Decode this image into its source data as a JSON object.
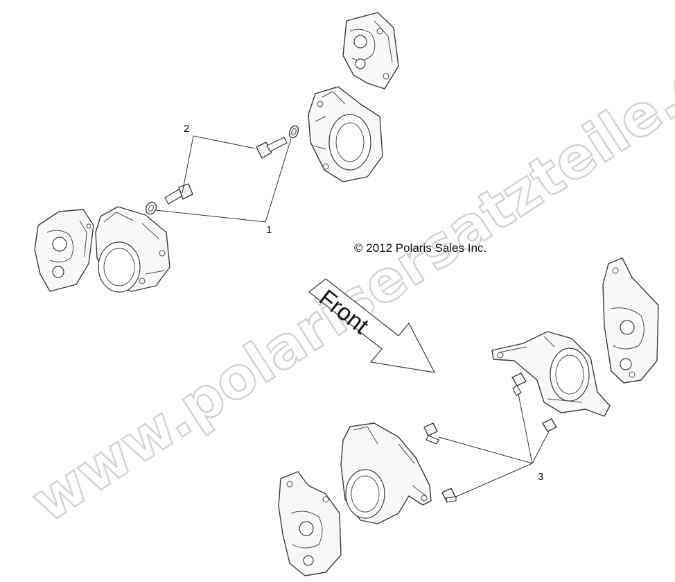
{
  "watermark": "www.polarisersatzteile.de",
  "copyright": "© 2012 Polaris Sales Inc.",
  "front_arrow_label": "Front",
  "callouts": {
    "washer": "1",
    "bolt": "2",
    "knuckle_bolt": "3"
  },
  "colors": {
    "line": "#3a3a3a",
    "watermark_outline": "#d4d4d4",
    "background": "#ffffff"
  }
}
